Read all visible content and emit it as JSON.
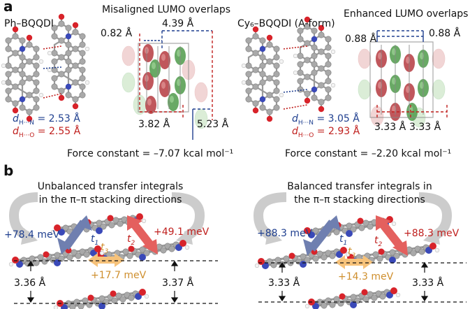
{
  "panel_a": {
    "label": "a",
    "left": {
      "molecule": "Ph–BQQDI",
      "title": "Misaligned LUMO overlaps",
      "offset_top": "0.82 Å",
      "offset_right": "4.39 Å",
      "offset_bottom_left": "3.82 Å",
      "offset_bottom_right": "5.23 Å",
      "d_hn": "d",
      "d_hn_sub": "H···N",
      "d_hn_val": "= 2.53 Å",
      "d_ho": "d",
      "d_ho_sub": "H···O",
      "d_ho_val": "= 2.55 Å",
      "force": "Force constant = –7.07 kcal mol⁻¹"
    },
    "right": {
      "molecule": "Cy₆–BQQDI (A-form)",
      "title": "Enhanced LUMO overlaps",
      "offset_top_left": "0.88 Å",
      "offset_top_right": "0.88 Å",
      "offset_bottom_left": "3.33 Å",
      "offset_bottom_right": "3.33 Å",
      "d_hn": "d",
      "d_hn_sub": "H···N",
      "d_hn_val": "= 3.05 Å",
      "d_ho": "d",
      "d_ho_sub": "H···O",
      "d_ho_val": "= 2.93 Å",
      "force": "Force constant = –2.20 kcal mol⁻¹"
    }
  },
  "panel_b": {
    "label": "b",
    "left": {
      "heading_line1": "Unbalanced transfer integrals",
      "heading_line2": "in the π–π stacking directions",
      "t1_val": "+78.4 meV",
      "t2_val": "+49.1 meV",
      "t3_val": "+17.7 meV",
      "t1": "t",
      "t1_sub": "1",
      "t2": "t",
      "t2_sub": "2",
      "t3": "t",
      "t3_sub": "3",
      "spacing_left": "3.36 Å",
      "spacing_right": "3.37 Å"
    },
    "right": {
      "heading_line1": "Balanced transfer integrals in",
      "heading_line2": "the π–π stacking directions",
      "t1_val": "+88.3 meV",
      "t2_val": "+88.3 meV",
      "t3_val": "+14.3 meV",
      "t1": "t",
      "t1_sub": "1",
      "t2": "t",
      "t2_sub": "2",
      "t3": "t",
      "t3_sub": "3",
      "spacing_left": "3.33 Å",
      "spacing_right": "3.33 Å"
    }
  },
  "colors": {
    "blue_text": "#1f3f8f",
    "red_text": "#c0201e",
    "t1_arrow": "#6f7fb0",
    "t2_arrow": "#e4605e",
    "t3_arrow": "#f6c27a",
    "curved_arrow": "#cccccc",
    "lumo_red": "#b5393f",
    "lumo_green": "#4f9a4a"
  }
}
